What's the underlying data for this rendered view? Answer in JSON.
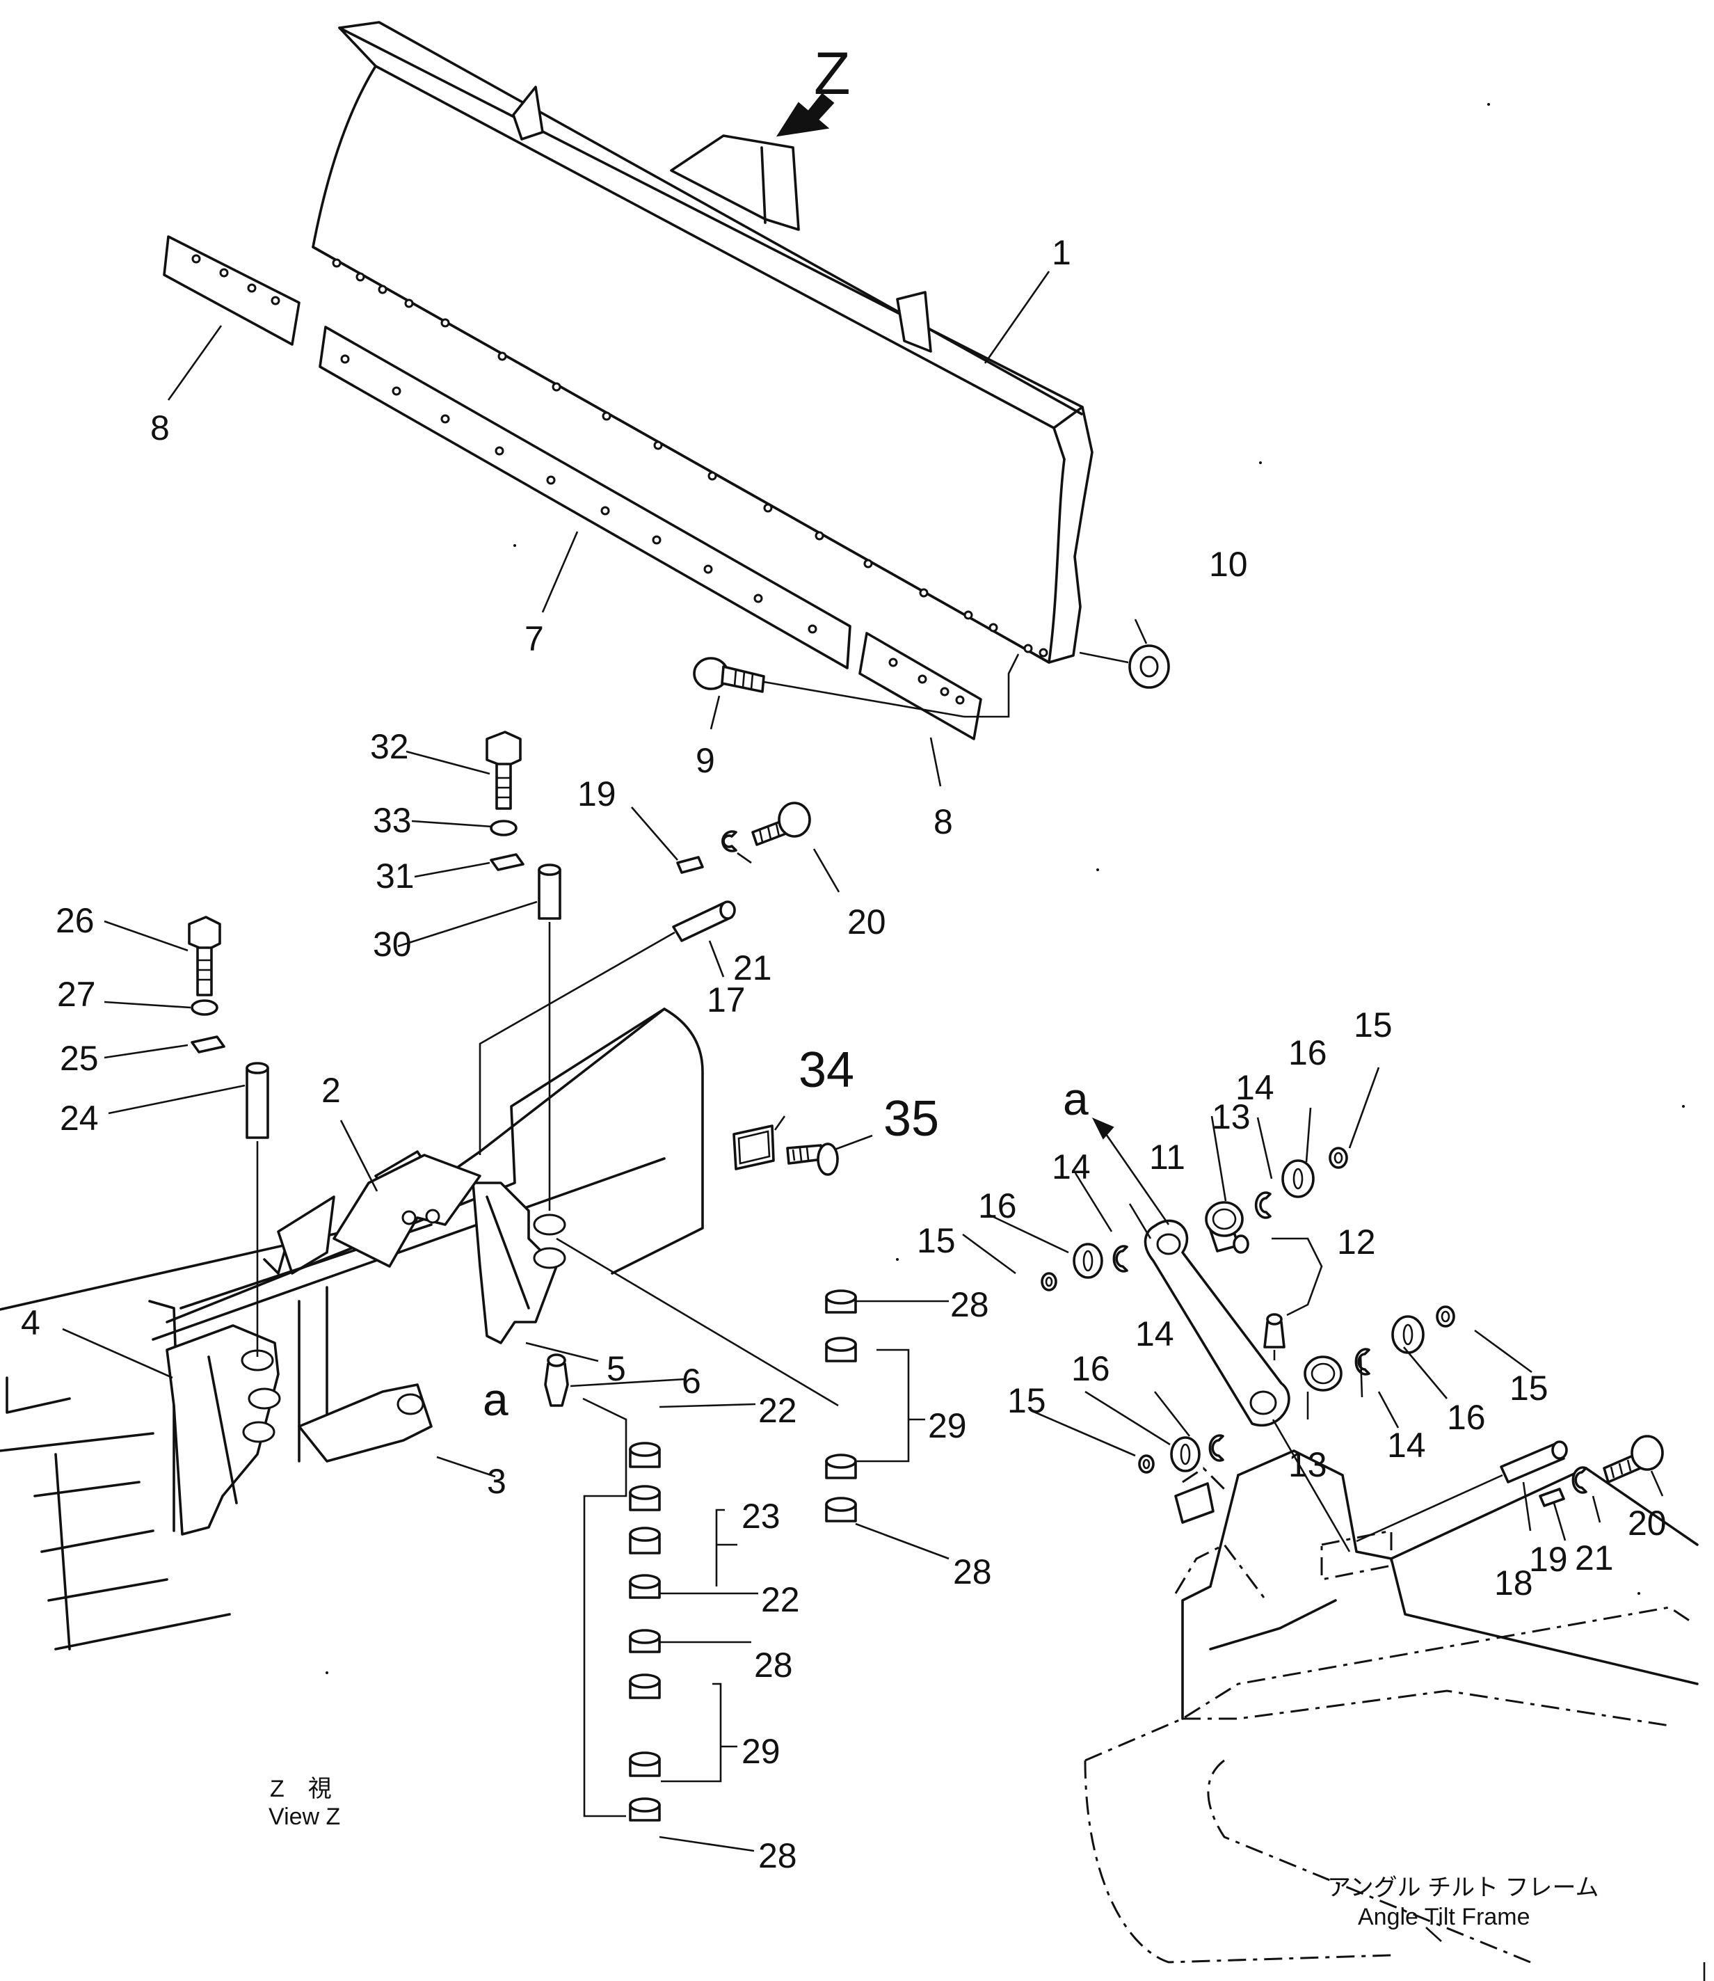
{
  "view_marker": {
    "letter": "Z"
  },
  "detail_ref": {
    "letter": "a"
  },
  "part_numbers": {
    "p1": "1",
    "p2": "2",
    "p3": "3",
    "p4": "4",
    "p5": "5",
    "p6": "6",
    "p7": "7",
    "p8a": "8",
    "p8b": "8",
    "p9": "9",
    "p10": "10",
    "p11": "11",
    "p12": "12",
    "p13a": "13",
    "p13b": "13",
    "p14a": "14",
    "p14b": "14",
    "p14c": "14",
    "p14d": "14",
    "p15a": "15",
    "p15b": "15",
    "p15c": "15",
    "p15d": "15",
    "p16a": "16",
    "p16b": "16",
    "p16c": "16",
    "p16d": "16",
    "p17": "17",
    "p18": "18",
    "p19a": "19",
    "p19b": "19",
    "p20a": "20",
    "p20b": "20",
    "p21a": "21",
    "p21b": "21",
    "p22a": "22",
    "p22b": "22",
    "p23": "23",
    "p24": "24",
    "p25": "25",
    "p26": "26",
    "p27": "27",
    "p28a": "28",
    "p28b": "28",
    "p28c": "28",
    "p28d": "28",
    "p29a": "29",
    "p29b": "29",
    "p30": "30",
    "p31": "31",
    "p32": "32",
    "p33": "33",
    "p34": "34",
    "p35": "35"
  },
  "captions": {
    "view_z_jp": "Z　視",
    "view_z_en": "View Z",
    "frame_jp": "アングル チルト フレーム",
    "frame_en": "Angle Tilt Frame"
  }
}
